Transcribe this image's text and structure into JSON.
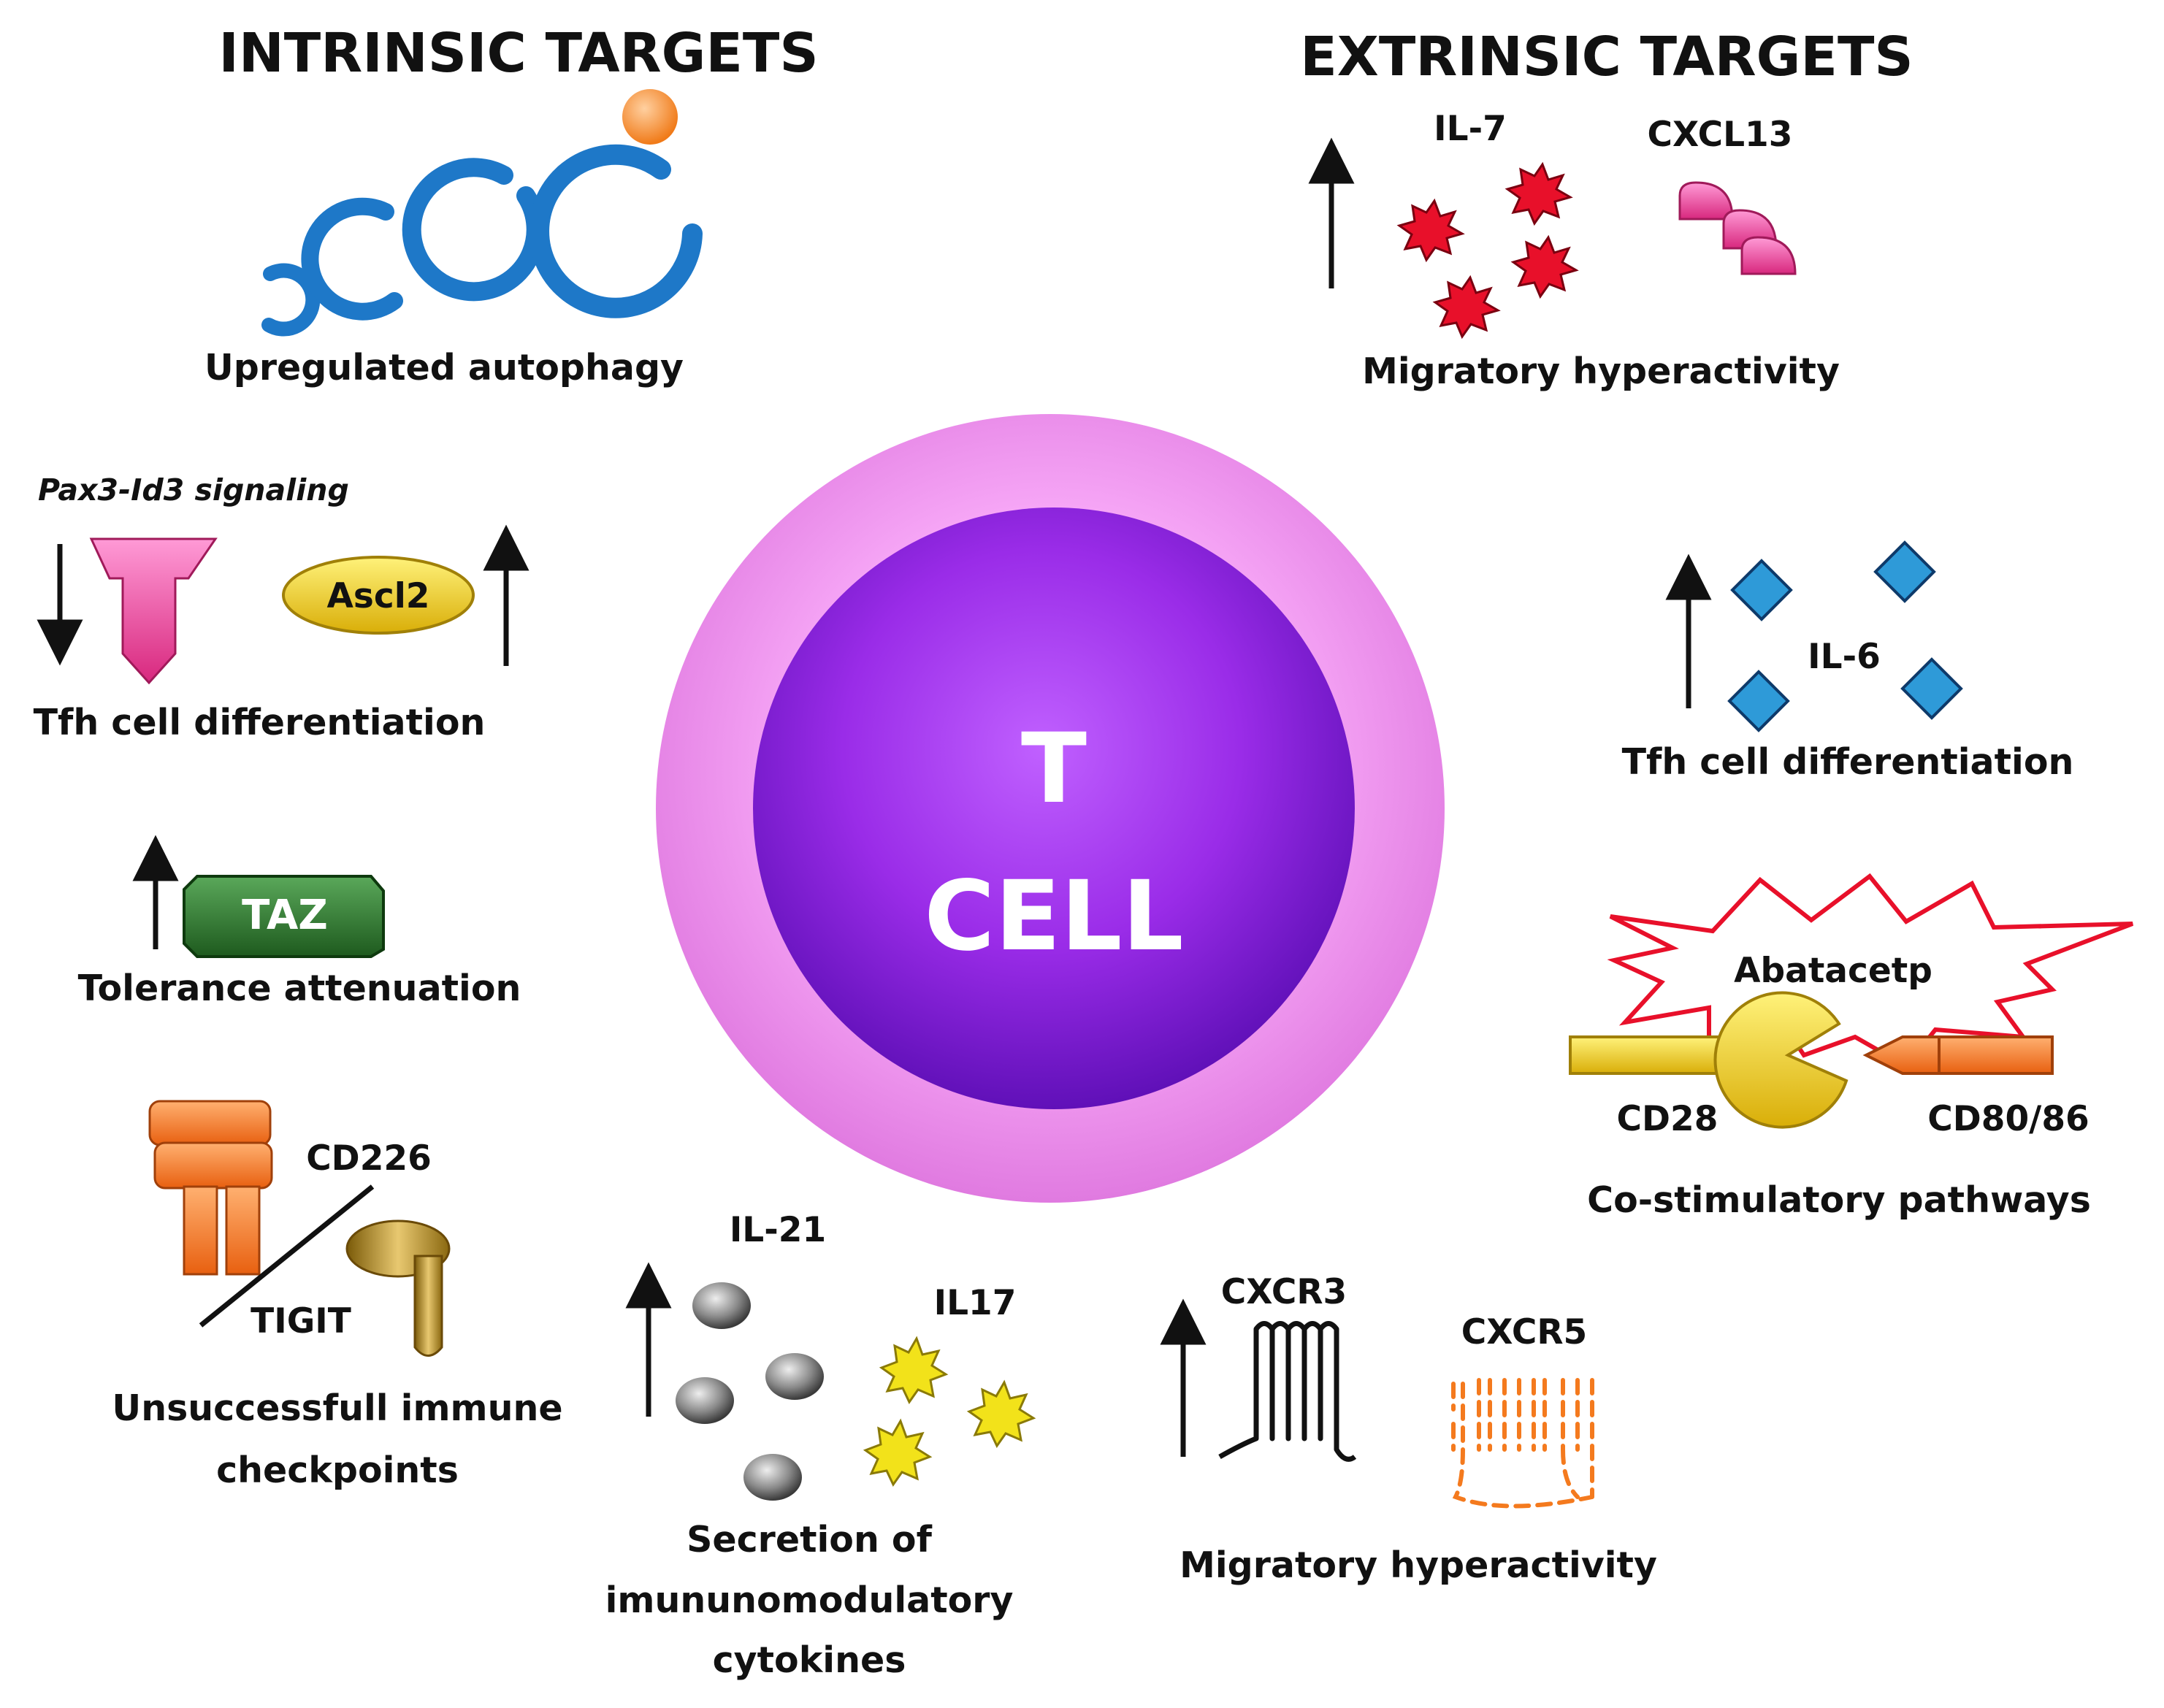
{
  "headings": {
    "intrinsic": "INTRINSIC TARGETS",
    "extrinsic": "EXTRINSIC TARGETS"
  },
  "center": {
    "line1": "T",
    "line2": "CELL"
  },
  "intrinsic": {
    "autophagy": {
      "caption": "Upregulated autophagy"
    },
    "pax3": {
      "title": "Pax3-Id3 signaling",
      "ascl2_label": "Ascl2",
      "caption": "Tfh cell differentiation"
    },
    "taz": {
      "label": "TAZ",
      "caption": "Tolerance attenuation"
    },
    "checkpoints": {
      "cd226": "CD226",
      "tigit": "TIGIT",
      "caption_line1": "Unsuccessfull immune",
      "caption_line2": "checkpoints"
    },
    "cytokines": {
      "il21": "IL-21",
      "il17": "IL17",
      "caption_line1": "Secretion of",
      "caption_line2": "imununomodulatory",
      "caption_line3": "cytokines"
    }
  },
  "extrinsic": {
    "migration": {
      "il7": "IL-7",
      "cxcl13": "CXCL13",
      "caption": "Migratory hyperactivity"
    },
    "il6": {
      "label": "IL-6",
      "caption": "Tfh cell differentiation"
    },
    "costim": {
      "abatacept": "Abatacetp",
      "cd28": "CD28",
      "cd80": "CD80/86",
      "caption": "Co-stimulatory pathways"
    },
    "receptors": {
      "cxcr3": "CXCR3",
      "cxcr5": "CXCR5",
      "caption": "Migratory hyperactivity"
    }
  },
  "colors": {
    "cell_outer": "#f08cf0",
    "cell_inner": "#8a1ed8",
    "autophagy_blue": "#1e78c8",
    "red_burst": "#e8102a",
    "pink": "#e84aa8",
    "yellow": "#f2d21a",
    "green": "#2e7a2e",
    "orange": "#f47a1e",
    "gold": "#b88a1a",
    "gray": "#707070",
    "diamond_blue": "#2e9ad8"
  }
}
